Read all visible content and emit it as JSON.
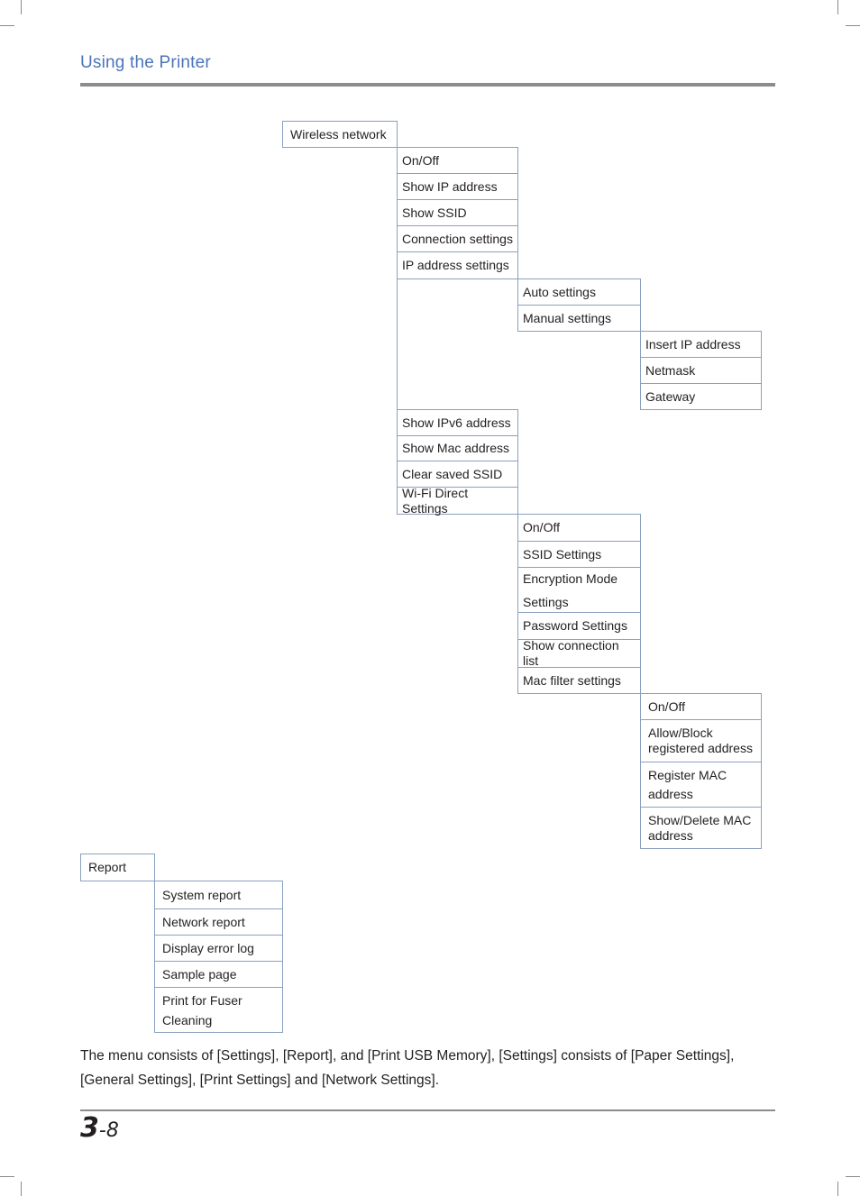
{
  "header": {
    "title": "Using the Printer"
  },
  "menu": {
    "wireless_network": "Wireless network",
    "wn": {
      "on_off": "On/Off",
      "show_ip": "Show IP address",
      "show_ssid": "Show SSID",
      "connection_settings": "Connection settings",
      "ip_address_settings": "IP address settings",
      "ip": {
        "auto_settings": "Auto settings",
        "manual_settings": "Manual settings",
        "manual": {
          "insert_ip": "Insert IP address",
          "netmask": "Netmask",
          "gateway": "Gateway"
        }
      },
      "show_ipv6": "Show IPv6 address",
      "show_mac": "Show Mac address",
      "clear_ssid": "Clear saved SSID",
      "wifi_direct": "Wi-Fi Direct Settings",
      "direct": {
        "on_off": "On/Off",
        "ssid_settings": "SSID Settings",
        "encryption_mode": "Encryption Mode Settings",
        "password_settings": "Password Settings",
        "show_connection_list": "Show connection list",
        "mac_filter": "Mac filter settings",
        "filter": {
          "on_off": "On/Off",
          "allow_block": "Allow/Block registered address",
          "register_mac": "Register MAC address",
          "show_delete_mac": "Show/Delete MAC address"
        }
      }
    },
    "report": "Report",
    "rep": {
      "system_report": "System report",
      "network_report": "Network report",
      "display_error_log": "Display error log",
      "sample_page": "Sample page",
      "print_fuser": "Print for Fuser Cleaning"
    }
  },
  "description": "The menu consists of [Settings], [Report], and [Print USB Memory], [Settings] consists of [Paper Settings], [General Settings], [Print Settings] and [Network Settings].",
  "footer": {
    "chapter": "3",
    "page": "-8"
  }
}
